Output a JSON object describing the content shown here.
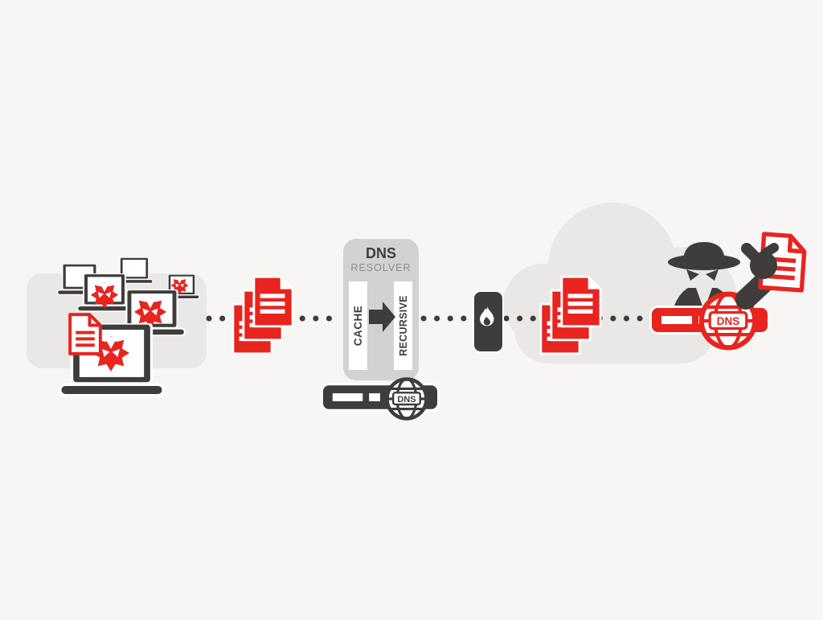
{
  "diagram": {
    "resolver": {
      "title": "DNS",
      "subtitle": "RESOLVER",
      "left_column": "CACHE",
      "right_column": "RECURSIVE",
      "server_globe_label": "DNS"
    },
    "attacker_server": {
      "globe_label": "DNS"
    },
    "colors": {
      "background": "#f7f6f5",
      "panel_gray": "#e9e8e6",
      "resolver_gray": "#d4d2d0",
      "dark": "#3e3d3c",
      "red": "#e8241f",
      "subtitle_gray": "#8d8c8a"
    }
  }
}
